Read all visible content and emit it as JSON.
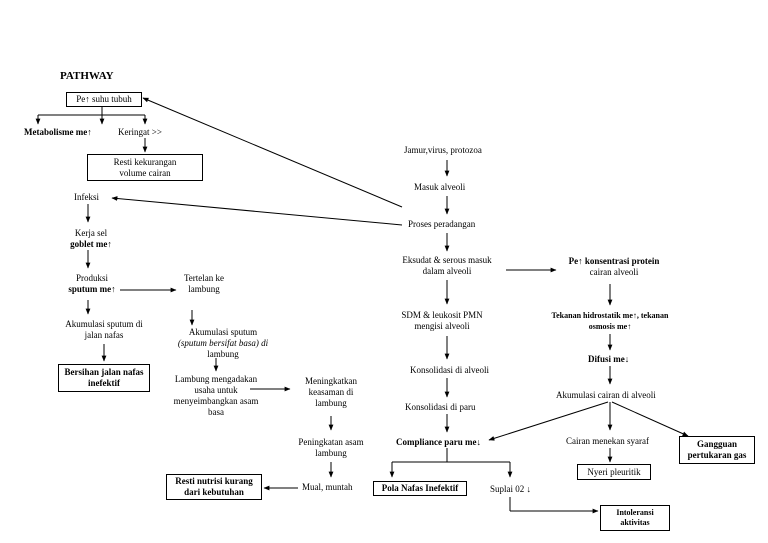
{
  "title": "PATHWAY",
  "nodes": {
    "suhu": "Pe↑ suhu tubuh",
    "metabolisme": "Metabolisme me↑",
    "keringat": "Keringat >>",
    "resti_volume": [
      "Resti kekurangan",
      "volume cairan"
    ],
    "infeksi": "Infeksi",
    "kerja_sel": [
      "Kerja sel",
      "goblet me↑"
    ],
    "produksi": [
      "Produksi",
      "sputum me↑"
    ],
    "tertelan": [
      "Tertelan ke",
      "lambung"
    ],
    "akumulasi_jalan": [
      "Akumulasi sputum di",
      "jalan nafas"
    ],
    "akumulasi_sputum": [
      "Akumulasi sputum",
      "(sputum bersifat basa) di",
      "lambung"
    ],
    "bersihan": [
      "Bersihan jalan nafas",
      "inefektif"
    ],
    "lambung_usaha": [
      "Lambung mengadakan",
      "usaha untuk",
      "menyeimbangkan asam",
      "basa"
    ],
    "meningkatkan": [
      "Meningkatkan",
      "keasaman di",
      "lambung"
    ],
    "peningkatan": [
      "Peningkatan asam",
      "lambung"
    ],
    "mual": "Mual, muntah",
    "resti_nutrisi": [
      "Resti nutrisi kurang",
      "dari kebutuhan"
    ],
    "jamur": "Jamur,virus, protozoa",
    "masuk": "Masuk alveoli",
    "proses": "Proses peradangan",
    "eksudat": [
      "Eksudat & serous masuk",
      "dalam alveoli"
    ],
    "sdm": [
      "SDM & leukosit PMN",
      "mengisi alveoli"
    ],
    "konsolidasi_alveoli": "Konsolidasi di alveoli",
    "konsolidasi_paru": "Konsolidasi di paru",
    "compliance": "Compliance paru me↓",
    "pola": "Pola Nafas Inefektif",
    "suplai": "Suplai 02 ↓",
    "intoleransi": [
      "Intoleransi",
      "aktivitas"
    ],
    "konsentrasi": [
      "Pe↑ konsentrasi protein",
      "cairan alveoli"
    ],
    "tekanan": [
      "Tekanan hidrostatik me↑, tekanan",
      "osmosis me↑"
    ],
    "difusi": "Difusi me↓",
    "akumulasi_cairan": "Akumulasi cairan di alveoli",
    "cairan_menekan": "Cairan menekan syaraf",
    "nyeri": "Nyeri pleuritik",
    "gangguan": [
      "Gangguan",
      "pertukaran gas"
    ]
  }
}
